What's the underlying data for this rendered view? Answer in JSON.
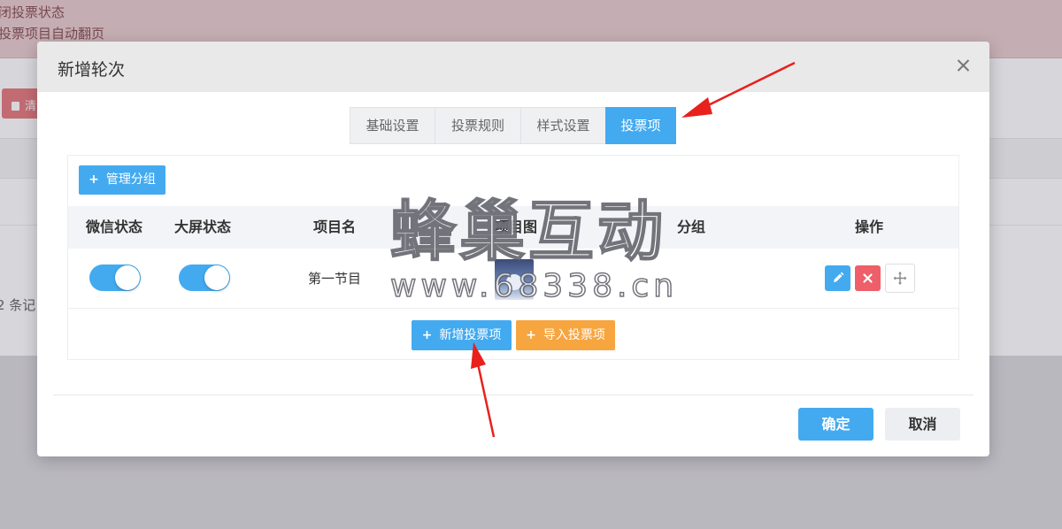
{
  "background": {
    "alert_line_1": "闭投票状态",
    "alert_line_2": "投票项目自动翻页",
    "clear_button": "清",
    "record_count": "2 条记"
  },
  "modal": {
    "title": "新增轮次",
    "tabs": [
      {
        "label": "基础设置",
        "active": false
      },
      {
        "label": "投票规则",
        "active": false
      },
      {
        "label": "样式设置",
        "active": false
      },
      {
        "label": "投票项",
        "active": true
      }
    ],
    "manage_group_button": "管理分组",
    "table": {
      "columns": [
        "微信状态",
        "大屏状态",
        "项目名",
        "项目图",
        "分组",
        "操作"
      ],
      "rows": [
        {
          "wechat_status": true,
          "screen_status": true,
          "name": "第一节目",
          "image": "program-thumbnail",
          "group": ""
        }
      ]
    },
    "add_item_button": "新增投票项",
    "import_item_button": "导入投票项",
    "confirm_button": "确定",
    "cancel_button": "取消"
  },
  "watermark": {
    "title": "蜂巢互动",
    "url": "www.68338.cn"
  },
  "colors": {
    "primary": "#43aaf0",
    "danger": "#ee5f6a",
    "warning": "#f7a53f",
    "arrow": "#e8211c"
  }
}
